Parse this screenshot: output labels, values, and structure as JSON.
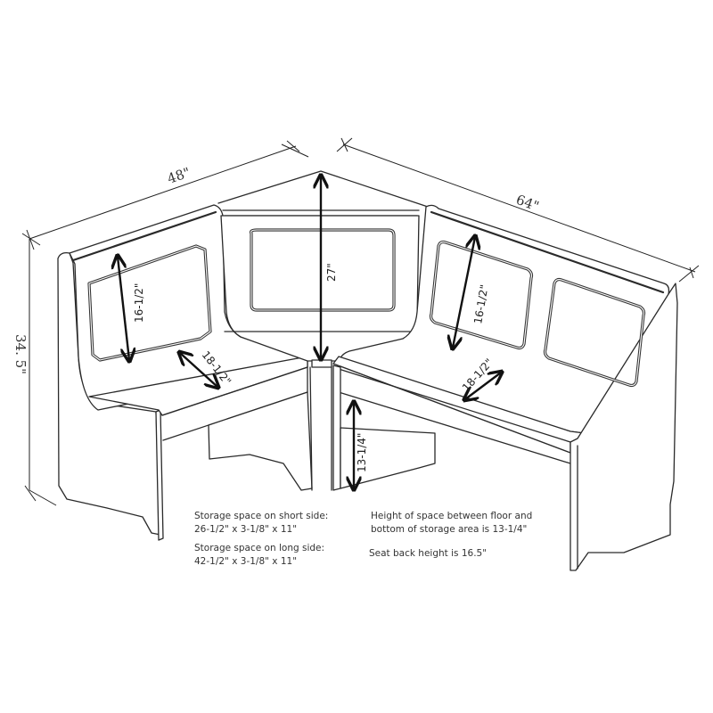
{
  "diagram": {
    "title": "Corner breakfast nook bench dimension diagram",
    "overall_dimensions": {
      "short_side_length": "48\"",
      "long_side_length": "64\"",
      "overall_height": "34. 5\"",
      "corner_height": "27\""
    },
    "component_dimensions": {
      "short_side_back_height": "16-1/2\"",
      "short_side_seat_depth": "18-1/2\"",
      "long_side_back_height": "16-1/2\"",
      "long_side_seat_depth": "18-1/2\"",
      "floor_to_storage": "13-1/4\""
    },
    "notes": {
      "short_side_storage_label": "Storage space on short side:",
      "short_side_storage_value": "26-1/2\" x 3-1/8\" x 11\"",
      "long_side_storage_label": "Storage space on long side:",
      "long_side_storage_value": "42-1/2\" x 3-1/8\" x 11\"",
      "floor_height_line1": "Height of space between floor and",
      "floor_height_line2": "bottom of storage area is 13-1/4\"",
      "seat_back_height": "Seat back height is 16.5\""
    },
    "colors": {
      "background": "#ffffff",
      "line": "#2a2a2a",
      "arrow": "#111111",
      "text": "#333333"
    }
  }
}
